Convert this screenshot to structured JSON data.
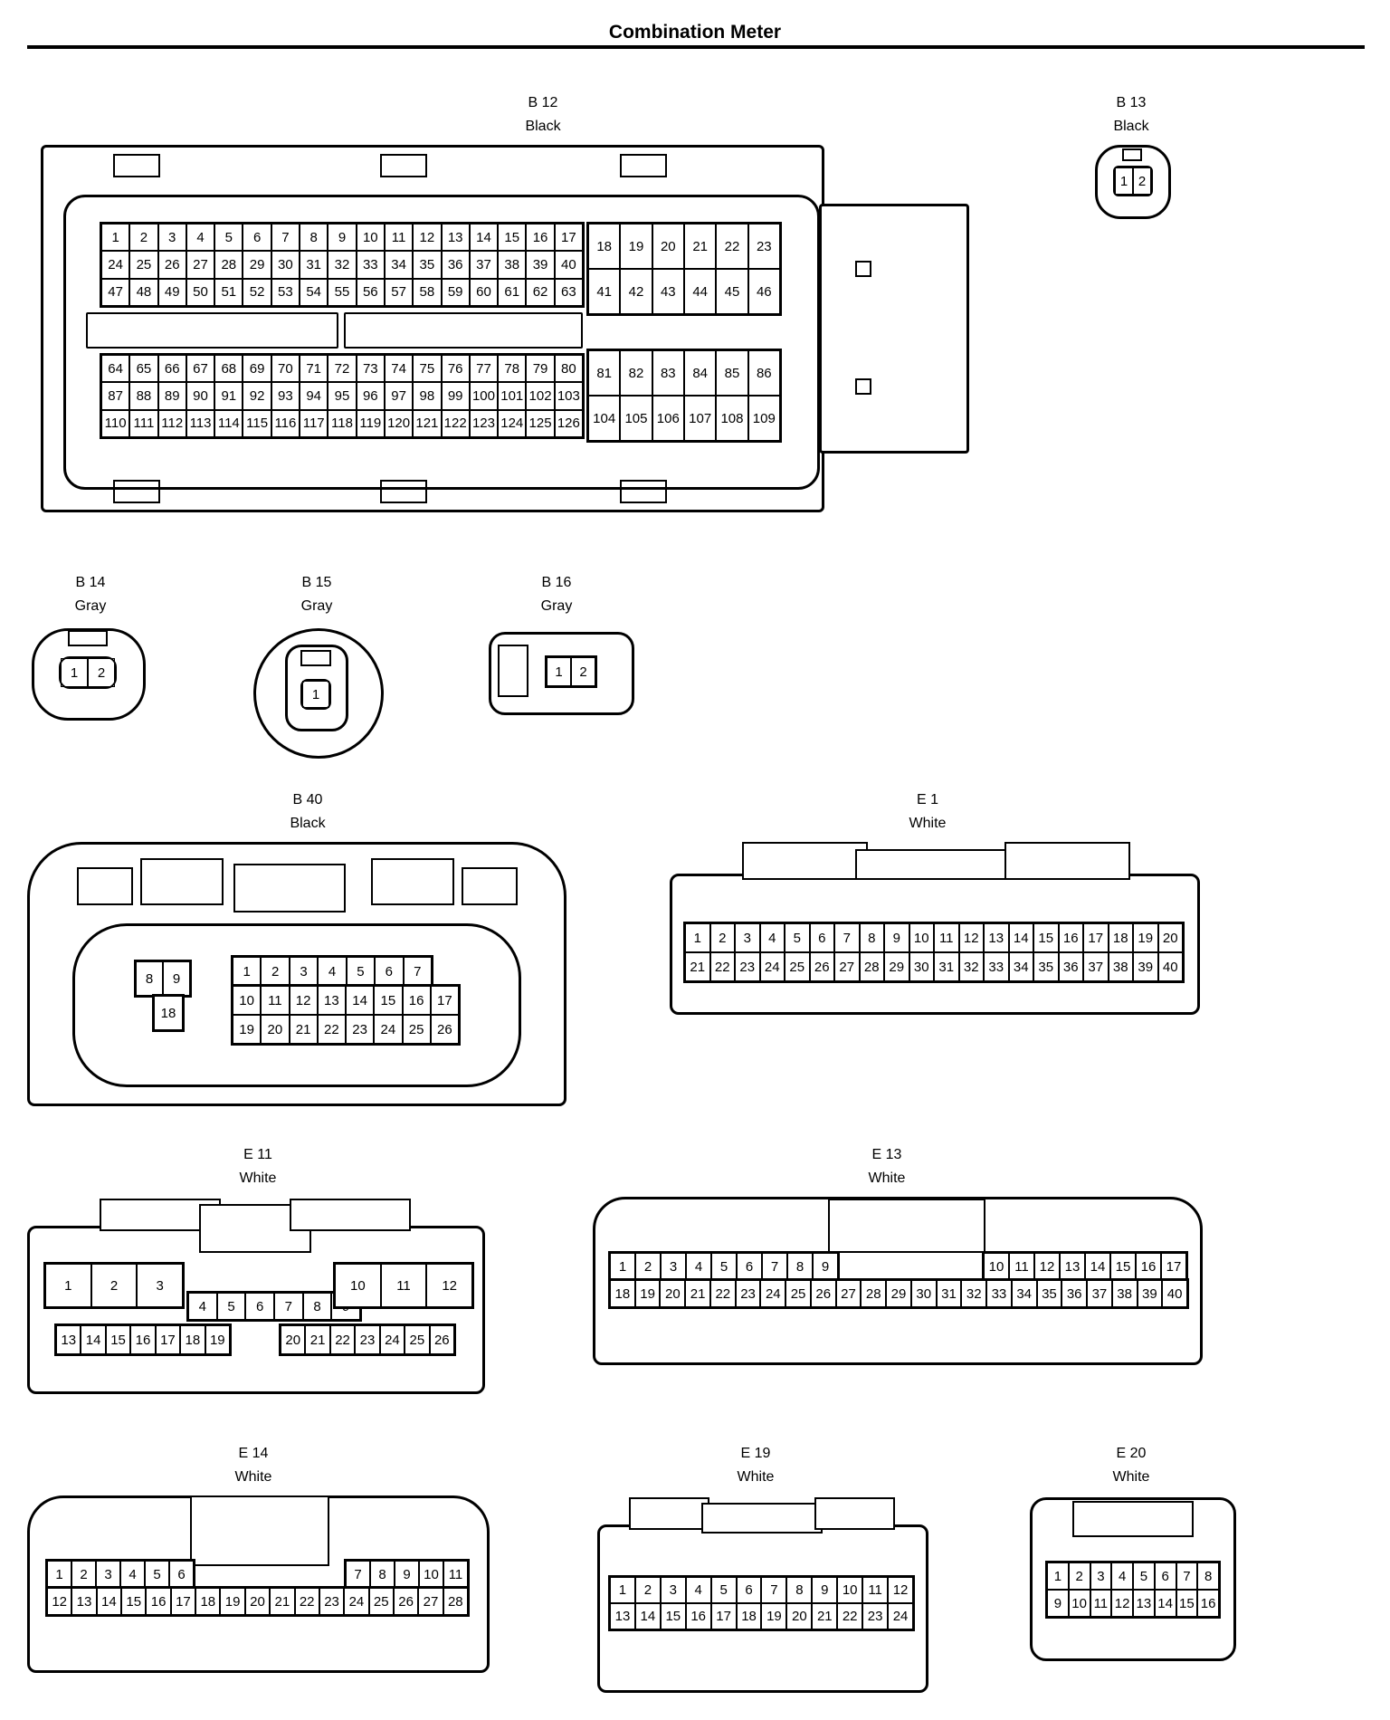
{
  "title": "Combination Meter",
  "connectors": [
    {
      "id": "B 12",
      "color": "Black",
      "blocks": [
        {
          "cols": 17,
          "pins": [
            "1",
            "2",
            "3",
            "4",
            "5",
            "6",
            "7",
            "8",
            "9",
            "10",
            "11",
            "12",
            "13",
            "14",
            "15",
            "16",
            "17",
            "24",
            "25",
            "26",
            "27",
            "28",
            "29",
            "30",
            "31",
            "32",
            "33",
            "34",
            "35",
            "36",
            "37",
            "38",
            "39",
            "40",
            "47",
            "48",
            "49",
            "50",
            "51",
            "52",
            "53",
            "54",
            "55",
            "56",
            "57",
            "58",
            "59",
            "60",
            "61",
            "62",
            "63"
          ]
        },
        {
          "cols": 6,
          "pins": [
            "18",
            "19",
            "20",
            "21",
            "22",
            "23",
            "41",
            "42",
            "43",
            "44",
            "45",
            "46"
          ]
        },
        {
          "cols": 17,
          "pins": [
            "64",
            "65",
            "66",
            "67",
            "68",
            "69",
            "70",
            "71",
            "72",
            "73",
            "74",
            "75",
            "76",
            "77",
            "78",
            "79",
            "80",
            "87",
            "88",
            "89",
            "90",
            "91",
            "92",
            "93",
            "94",
            "95",
            "96",
            "97",
            "98",
            "99",
            "100",
            "101",
            "102",
            "103",
            "110",
            "111",
            "112",
            "113",
            "114",
            "115",
            "116",
            "117",
            "118",
            "119",
            "120",
            "121",
            "122",
            "123",
            "124",
            "125",
            "126"
          ]
        },
        {
          "cols": 6,
          "pins": [
            "81",
            "82",
            "83",
            "84",
            "85",
            "86",
            "104",
            "105",
            "106",
            "107",
            "108",
            "109"
          ]
        }
      ]
    },
    {
      "id": "B 13",
      "color": "Black",
      "blocks": [
        {
          "cols": 2,
          "pins": [
            "1",
            "2"
          ]
        }
      ]
    },
    {
      "id": "B 14",
      "color": "Gray",
      "blocks": [
        {
          "cols": 2,
          "pins": [
            "1",
            "2"
          ]
        }
      ]
    },
    {
      "id": "B 15",
      "color": "Gray",
      "blocks": [
        {
          "cols": 1,
          "pins": [
            "1"
          ]
        }
      ]
    },
    {
      "id": "B 16",
      "color": "Gray",
      "blocks": [
        {
          "cols": 2,
          "pins": [
            "1",
            "2"
          ]
        }
      ]
    },
    {
      "id": "B 40",
      "color": "Black",
      "blocks": [
        {
          "cols": 2,
          "pins": [
            "8",
            "9"
          ]
        },
        {
          "cols": 1,
          "pins": [
            "18"
          ]
        },
        {
          "cols": 7,
          "pins": [
            "1",
            "2",
            "3",
            "4",
            "5",
            "6",
            "7"
          ]
        },
        {
          "cols": 8,
          "pins": [
            "10",
            "11",
            "12",
            "13",
            "14",
            "15",
            "16",
            "17",
            "19",
            "20",
            "21",
            "22",
            "23",
            "24",
            "25",
            "26"
          ]
        }
      ]
    },
    {
      "id": "E 1",
      "color": "White",
      "blocks": [
        {
          "cols": 20,
          "pins": [
            "1",
            "2",
            "3",
            "4",
            "5",
            "6",
            "7",
            "8",
            "9",
            "10",
            "11",
            "12",
            "13",
            "14",
            "15",
            "16",
            "17",
            "18",
            "19",
            "20",
            "21",
            "22",
            "23",
            "24",
            "25",
            "26",
            "27",
            "28",
            "29",
            "30",
            "31",
            "32",
            "33",
            "34",
            "35",
            "36",
            "37",
            "38",
            "39",
            "40"
          ]
        }
      ]
    },
    {
      "id": "E 11",
      "color": "White",
      "blocks": [
        {
          "cols": 3,
          "pins": [
            "1",
            "2",
            "3"
          ]
        },
        {
          "cols": 6,
          "pins": [
            "4",
            "5",
            "6",
            "7",
            "8",
            "9"
          ]
        },
        {
          "cols": 3,
          "pins": [
            "10",
            "11",
            "12"
          ]
        },
        {
          "cols": 7,
          "pins": [
            "13",
            "14",
            "15",
            "16",
            "17",
            "18",
            "19"
          ]
        },
        {
          "cols": 7,
          "pins": [
            "20",
            "21",
            "22",
            "23",
            "24",
            "25",
            "26"
          ]
        }
      ]
    },
    {
      "id": "E 13",
      "color": "White",
      "blocks": [
        {
          "cols": 9,
          "pins": [
            "1",
            "2",
            "3",
            "4",
            "5",
            "6",
            "7",
            "8",
            "9"
          ]
        },
        {
          "cols": 8,
          "pins": [
            "10",
            "11",
            "12",
            "13",
            "14",
            "15",
            "16",
            "17"
          ]
        },
        {
          "cols": 23,
          "pins": [
            "18",
            "19",
            "20",
            "21",
            "22",
            "23",
            "24",
            "25",
            "26",
            "27",
            "28",
            "29",
            "30",
            "31",
            "32",
            "33",
            "34",
            "35",
            "36",
            "37",
            "38",
            "39",
            "40"
          ]
        }
      ]
    },
    {
      "id": "E 14",
      "color": "White",
      "blocks": [
        {
          "cols": 6,
          "pins": [
            "1",
            "2",
            "3",
            "4",
            "5",
            "6"
          ]
        },
        {
          "cols": 5,
          "pins": [
            "7",
            "8",
            "9",
            "10",
            "11"
          ]
        },
        {
          "cols": 17,
          "pins": [
            "12",
            "13",
            "14",
            "15",
            "16",
            "17",
            "18",
            "19",
            "20",
            "21",
            "22",
            "23",
            "24",
            "25",
            "26",
            "27",
            "28"
          ]
        }
      ]
    },
    {
      "id": "E 19",
      "color": "White",
      "blocks": [
        {
          "cols": 12,
          "pins": [
            "1",
            "2",
            "3",
            "4",
            "5",
            "6",
            "7",
            "8",
            "9",
            "10",
            "11",
            "12",
            "13",
            "14",
            "15",
            "16",
            "17",
            "18",
            "19",
            "20",
            "21",
            "22",
            "23",
            "24"
          ]
        }
      ]
    },
    {
      "id": "E 20",
      "color": "White",
      "blocks": [
        {
          "cols": 8,
          "pins": [
            "1",
            "2",
            "3",
            "4",
            "5",
            "6",
            "7",
            "8",
            "9",
            "10",
            "11",
            "12",
            "13",
            "14",
            "15",
            "16"
          ]
        }
      ]
    }
  ]
}
